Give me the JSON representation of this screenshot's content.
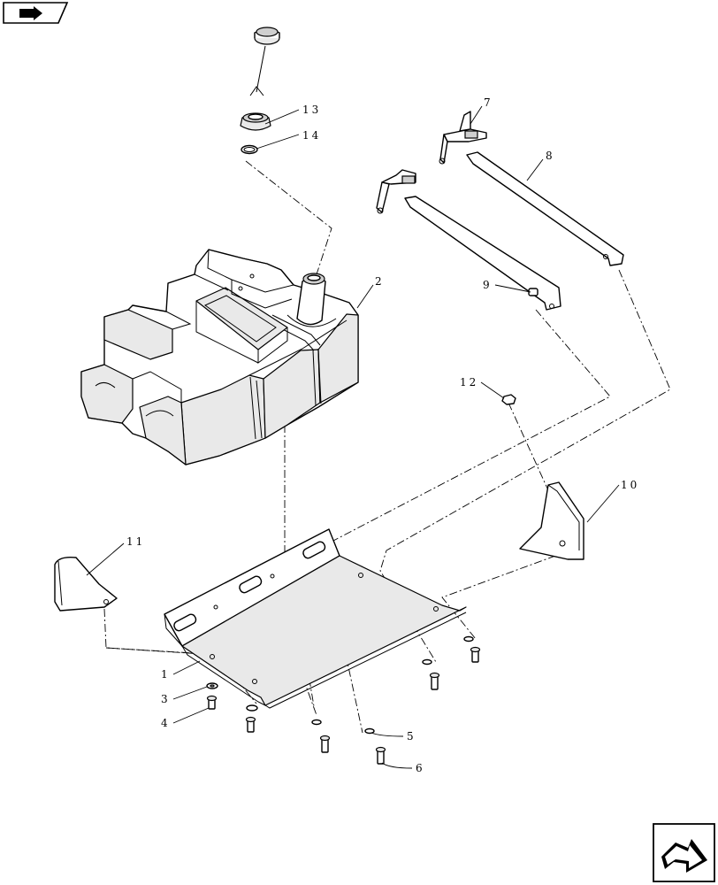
{
  "navigation": {
    "previous_icon": "back-arrow-icon",
    "next_icon": "forward-arrow-icon"
  },
  "callouts": [
    {
      "id": "c1",
      "label": "1"
    },
    {
      "id": "c2",
      "label": "2"
    },
    {
      "id": "c3",
      "label": "3"
    },
    {
      "id": "c4",
      "label": "4"
    },
    {
      "id": "c5",
      "label": "5"
    },
    {
      "id": "c6",
      "label": "6"
    },
    {
      "id": "c7",
      "label": "7"
    },
    {
      "id": "c8",
      "label": "8"
    },
    {
      "id": "c9",
      "label": "9"
    },
    {
      "id": "c10",
      "label": "10"
    },
    {
      "id": "c11",
      "label": "11"
    },
    {
      "id": "c12",
      "label": "12"
    },
    {
      "id": "c13",
      "label": "13"
    },
    {
      "id": "c14",
      "label": "14"
    }
  ]
}
